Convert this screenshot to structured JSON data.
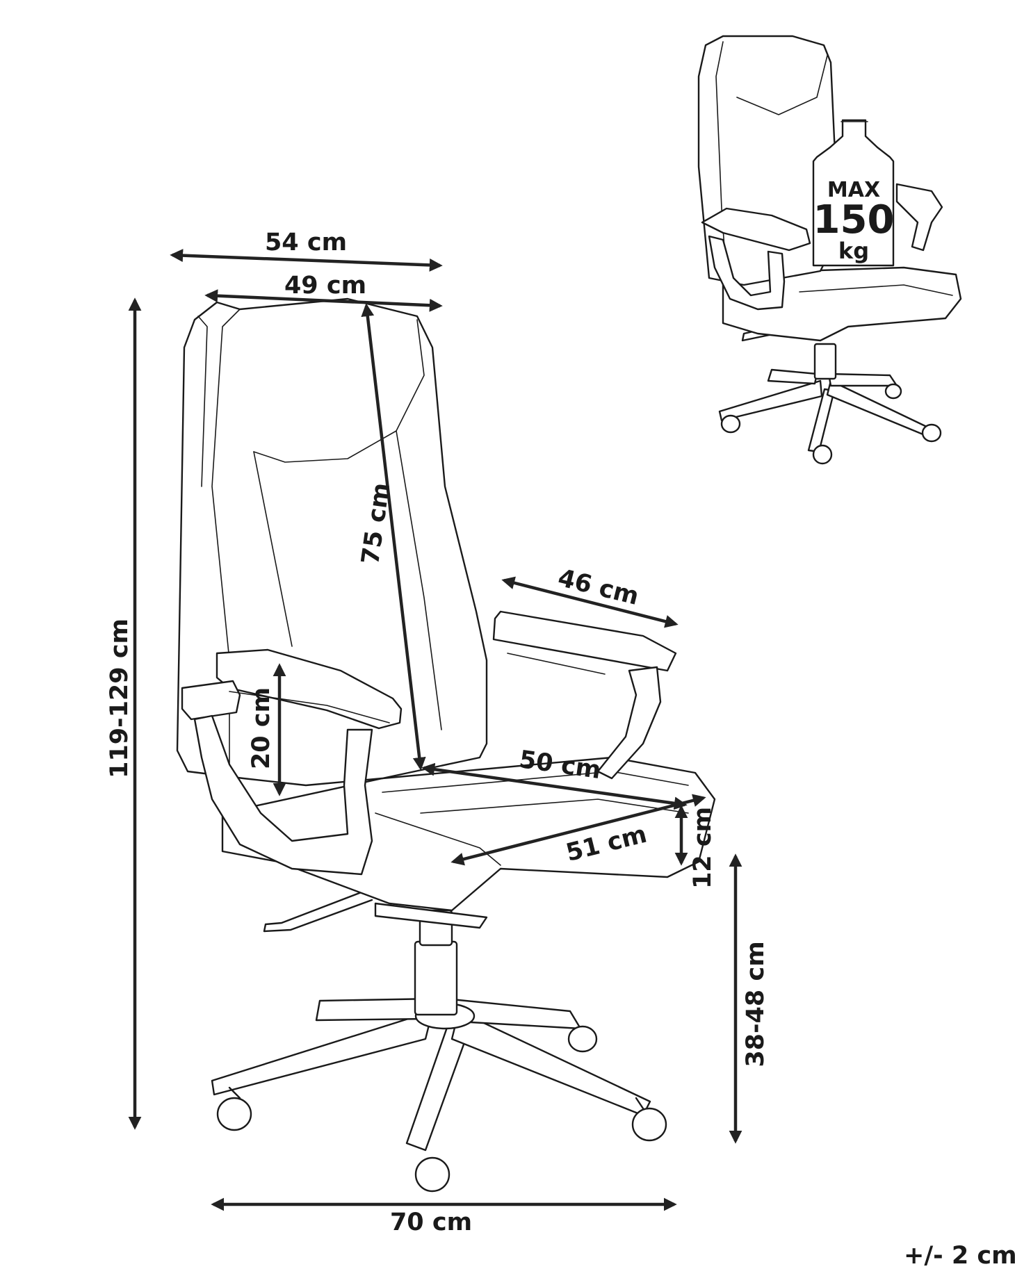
{
  "dimensions": {
    "overall_height": "119-129 cm",
    "total_width": "54 cm",
    "backrest_width": "49 cm",
    "backrest_height": "75 cm",
    "armrest_length": "46 cm",
    "armrest_height": "20 cm",
    "seat_depth": "50 cm",
    "seat_width": "51 cm",
    "seat_thickness": "12 cm",
    "seat_height": "38-48 cm",
    "base_width": "70 cm"
  },
  "load_badge": {
    "label_top": "MAX",
    "value": "150",
    "unit": "kg"
  },
  "tolerance_note": "+/- 2 cm",
  "colors": {
    "line": "#1a1a1a",
    "dimension": "#222222",
    "background": "#ffffff"
  }
}
